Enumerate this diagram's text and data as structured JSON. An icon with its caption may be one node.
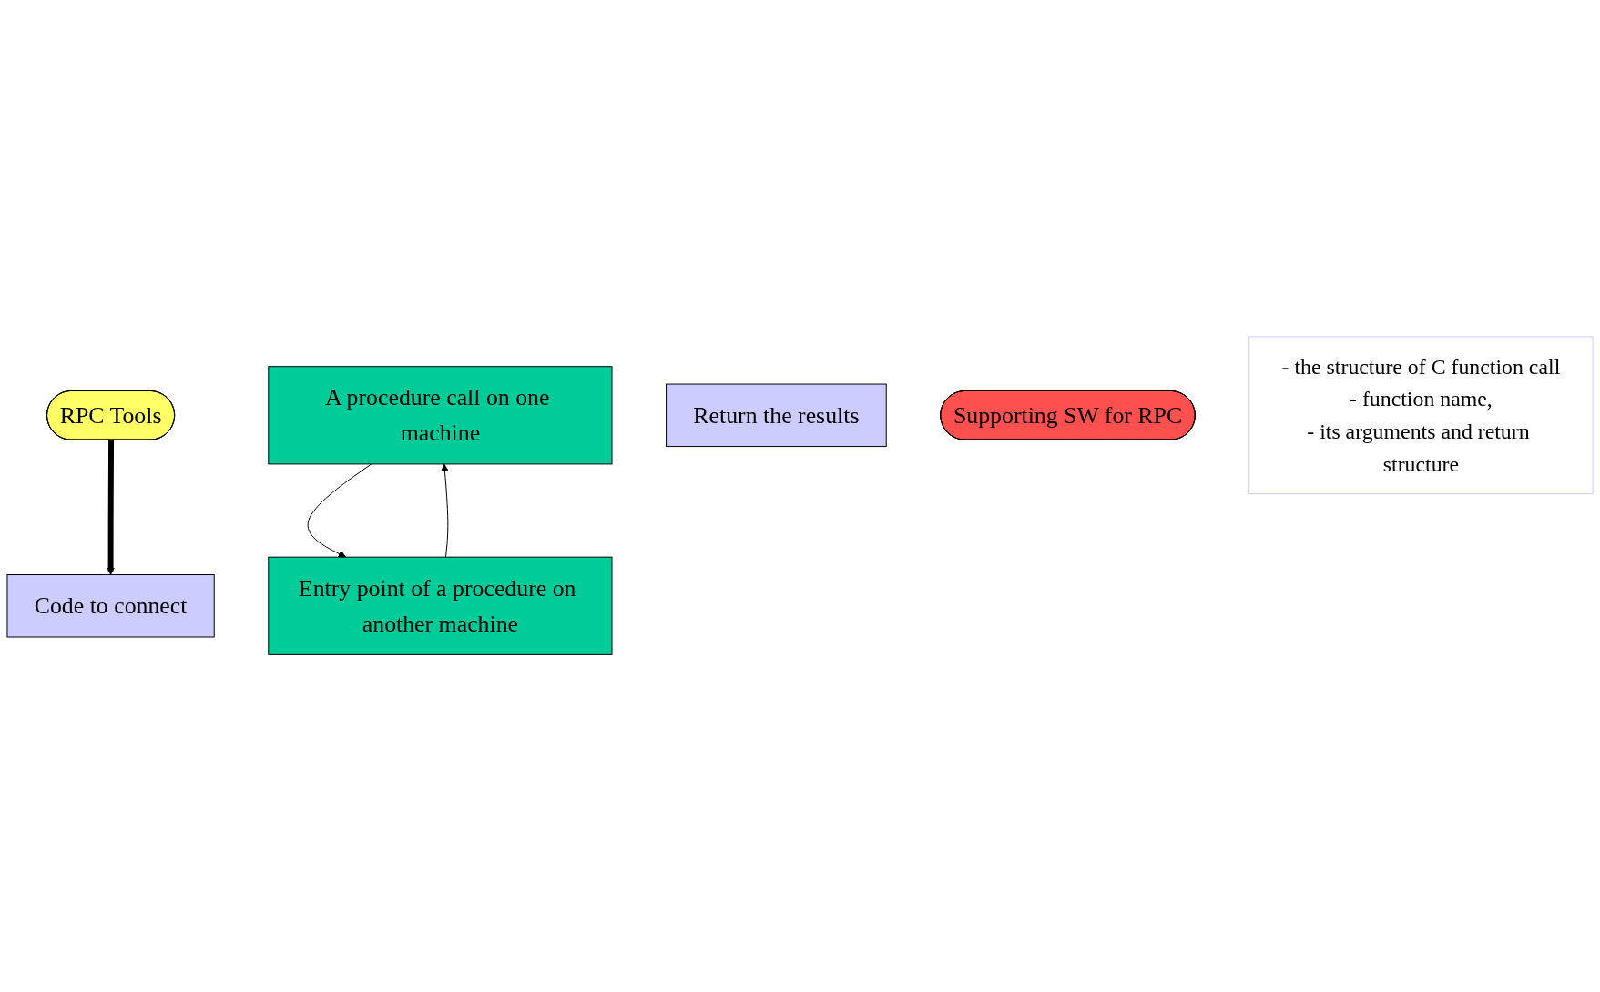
{
  "diagram": {
    "nodes": [
      {
        "text": [
          "RPC Tools"
        ]
      },
      {
        "text": [
          "Code to connect"
        ]
      },
      {
        "text": [
          "A procedure call on one machine"
        ]
      },
      {
        "text": [
          "Entry point of a procedure on another machine"
        ]
      },
      {
        "text": [
          "Return the results"
        ]
      },
      {
        "text": [
          "Supporting SW for RPC"
        ]
      },
      {
        "text": [
          "- the structure of C function call",
          "- function name,",
          "- its arguments and return structure"
        ]
      }
    ],
    "edges": [
      {
        "from": 0,
        "to": 1,
        "arrow": "to",
        "style": "thick"
      },
      {
        "from": 2,
        "to": 3,
        "arrow": "to"
      },
      {
        "from": 3,
        "to": 2,
        "arrow": "to"
      }
    ]
  }
}
